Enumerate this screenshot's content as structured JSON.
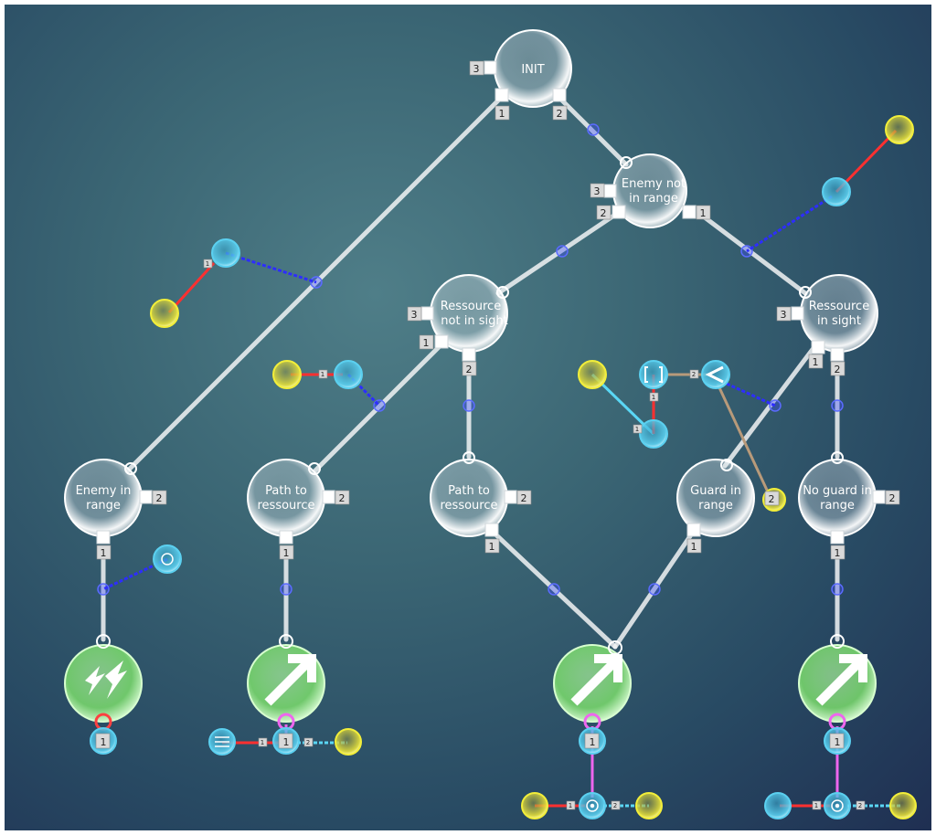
{
  "diagram": {
    "nodes": {
      "init": {
        "label": "INIT",
        "side_port": "3",
        "out_port_1": "1",
        "out_port_2": "2"
      },
      "enemy_not_in_range": {
        "label_line1": "Enemy not",
        "label_line2": "in range",
        "side_port": "3",
        "out_port_left": "2",
        "out_port_right": "1"
      },
      "ressource_not_in_sight": {
        "label_line1": "Ressource",
        "label_line2": "not in sight",
        "side_port": "3",
        "out_port_1": "1",
        "out_port_2": "2"
      },
      "ressource_in_sight": {
        "label_line1": "Ressource",
        "label_line2": "in sight",
        "side_port": "3",
        "out_port_1": "1",
        "out_port_2": "2"
      },
      "enemy_in_range": {
        "label_line1": "Enemy in",
        "label_line2": "range",
        "side_port": "2",
        "out_port": "1"
      },
      "path_to_ressource_a": {
        "label_line1": "Path to",
        "label_line2": "ressource",
        "side_port": "2",
        "out_port": "1"
      },
      "path_to_ressource_b": {
        "label_line1": "Path to",
        "label_line2": "ressource",
        "side_port": "2",
        "out_port": "1"
      },
      "guard_in_range": {
        "label_line1": "Guard in",
        "label_line2": "range",
        "side_port": "2",
        "out_port": "1"
      },
      "no_guard_in_range": {
        "label_line1": "No guard in",
        "label_line2": "range",
        "side_port": "2",
        "out_port": "1"
      }
    },
    "actions": {
      "attack": {
        "icon": "lightning-attack-icon",
        "port": "1"
      },
      "move_a": {
        "icon": "arrow-up-right-icon",
        "port": "1",
        "left_port": "1",
        "right_port": "2"
      },
      "move_b": {
        "icon": "arrow-up-right-icon",
        "port": "1",
        "left_port": "1",
        "right_port": "2"
      },
      "move_c": {
        "icon": "arrow-up-right-icon",
        "port": "1",
        "left_port": "1",
        "right_port": "2"
      }
    },
    "small_ports": {
      "left_cluster": "1",
      "mid_cluster_1": "1",
      "compare_1": "1",
      "compare_2": "2",
      "compare_3": "1"
    },
    "colors": {
      "node_bubble": "#ffffff",
      "action_bubble": "#8ee57f",
      "param_cyan": "#5bd0f0",
      "param_yellow": "#f2ee3a",
      "link_blue": "#2d2dff",
      "link_red": "#ff3030",
      "link_pink": "#ee66ee",
      "link_cyan": "#5ad7f5",
      "link_tan": "#b89a7a"
    }
  }
}
